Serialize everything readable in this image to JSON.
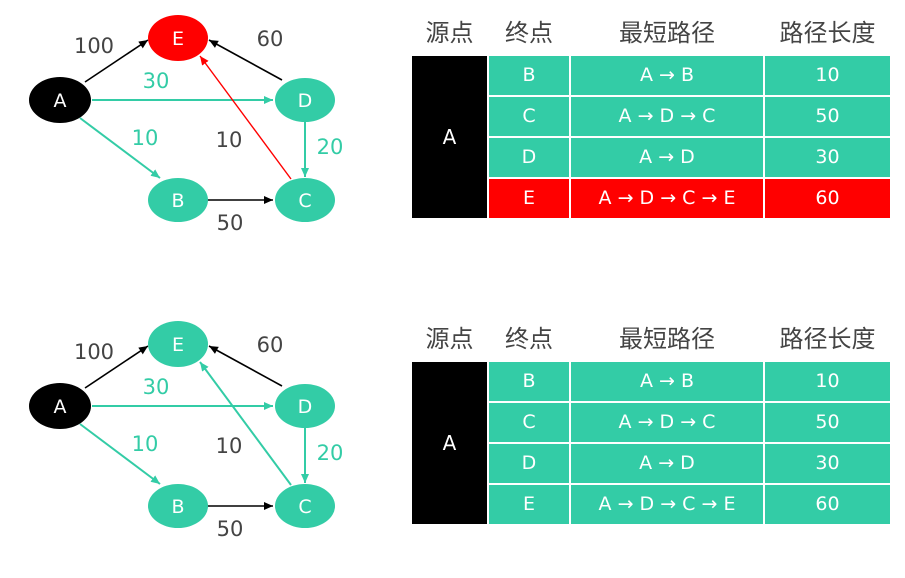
{
  "colors": {
    "teal": "#33cca6",
    "red": "#ff0000",
    "black": "#000000",
    "dark_label": "#444444"
  },
  "panels": [
    {
      "nodes": {
        "A": "A",
        "B": "B",
        "C": "C",
        "D": "D",
        "E": "E"
      },
      "edges": {
        "AE": "100",
        "AD": "30",
        "AB": "10",
        "DE": "60",
        "CE": "10",
        "DC": "20",
        "BC": "50"
      },
      "table": {
        "headers": [
          "源点",
          "终点",
          "最短路径",
          "路径长度"
        ],
        "source": "A",
        "rows": [
          {
            "end": "B",
            "path": "A → B",
            "length": "10"
          },
          {
            "end": "C",
            "path": "A → D → C",
            "length": "50"
          },
          {
            "end": "D",
            "path": "A → D",
            "length": "30"
          },
          {
            "end": "E",
            "path": "A → D → C → E",
            "length": "60"
          }
        ]
      }
    },
    {
      "nodes": {
        "A": "A",
        "B": "B",
        "C": "C",
        "D": "D",
        "E": "E"
      },
      "edges": {
        "AE": "100",
        "AD": "30",
        "AB": "10",
        "DE": "60",
        "CE": "10",
        "DC": "20",
        "BC": "50"
      },
      "table": {
        "headers": [
          "源点",
          "终点",
          "最短路径",
          "路径长度"
        ],
        "source": "A",
        "rows": [
          {
            "end": "B",
            "path": "A → B",
            "length": "10"
          },
          {
            "end": "C",
            "path": "A → D → C",
            "length": "50"
          },
          {
            "end": "D",
            "path": "A → D",
            "length": "30"
          },
          {
            "end": "E",
            "path": "A → D → C → E",
            "length": "60"
          }
        ]
      }
    }
  ]
}
